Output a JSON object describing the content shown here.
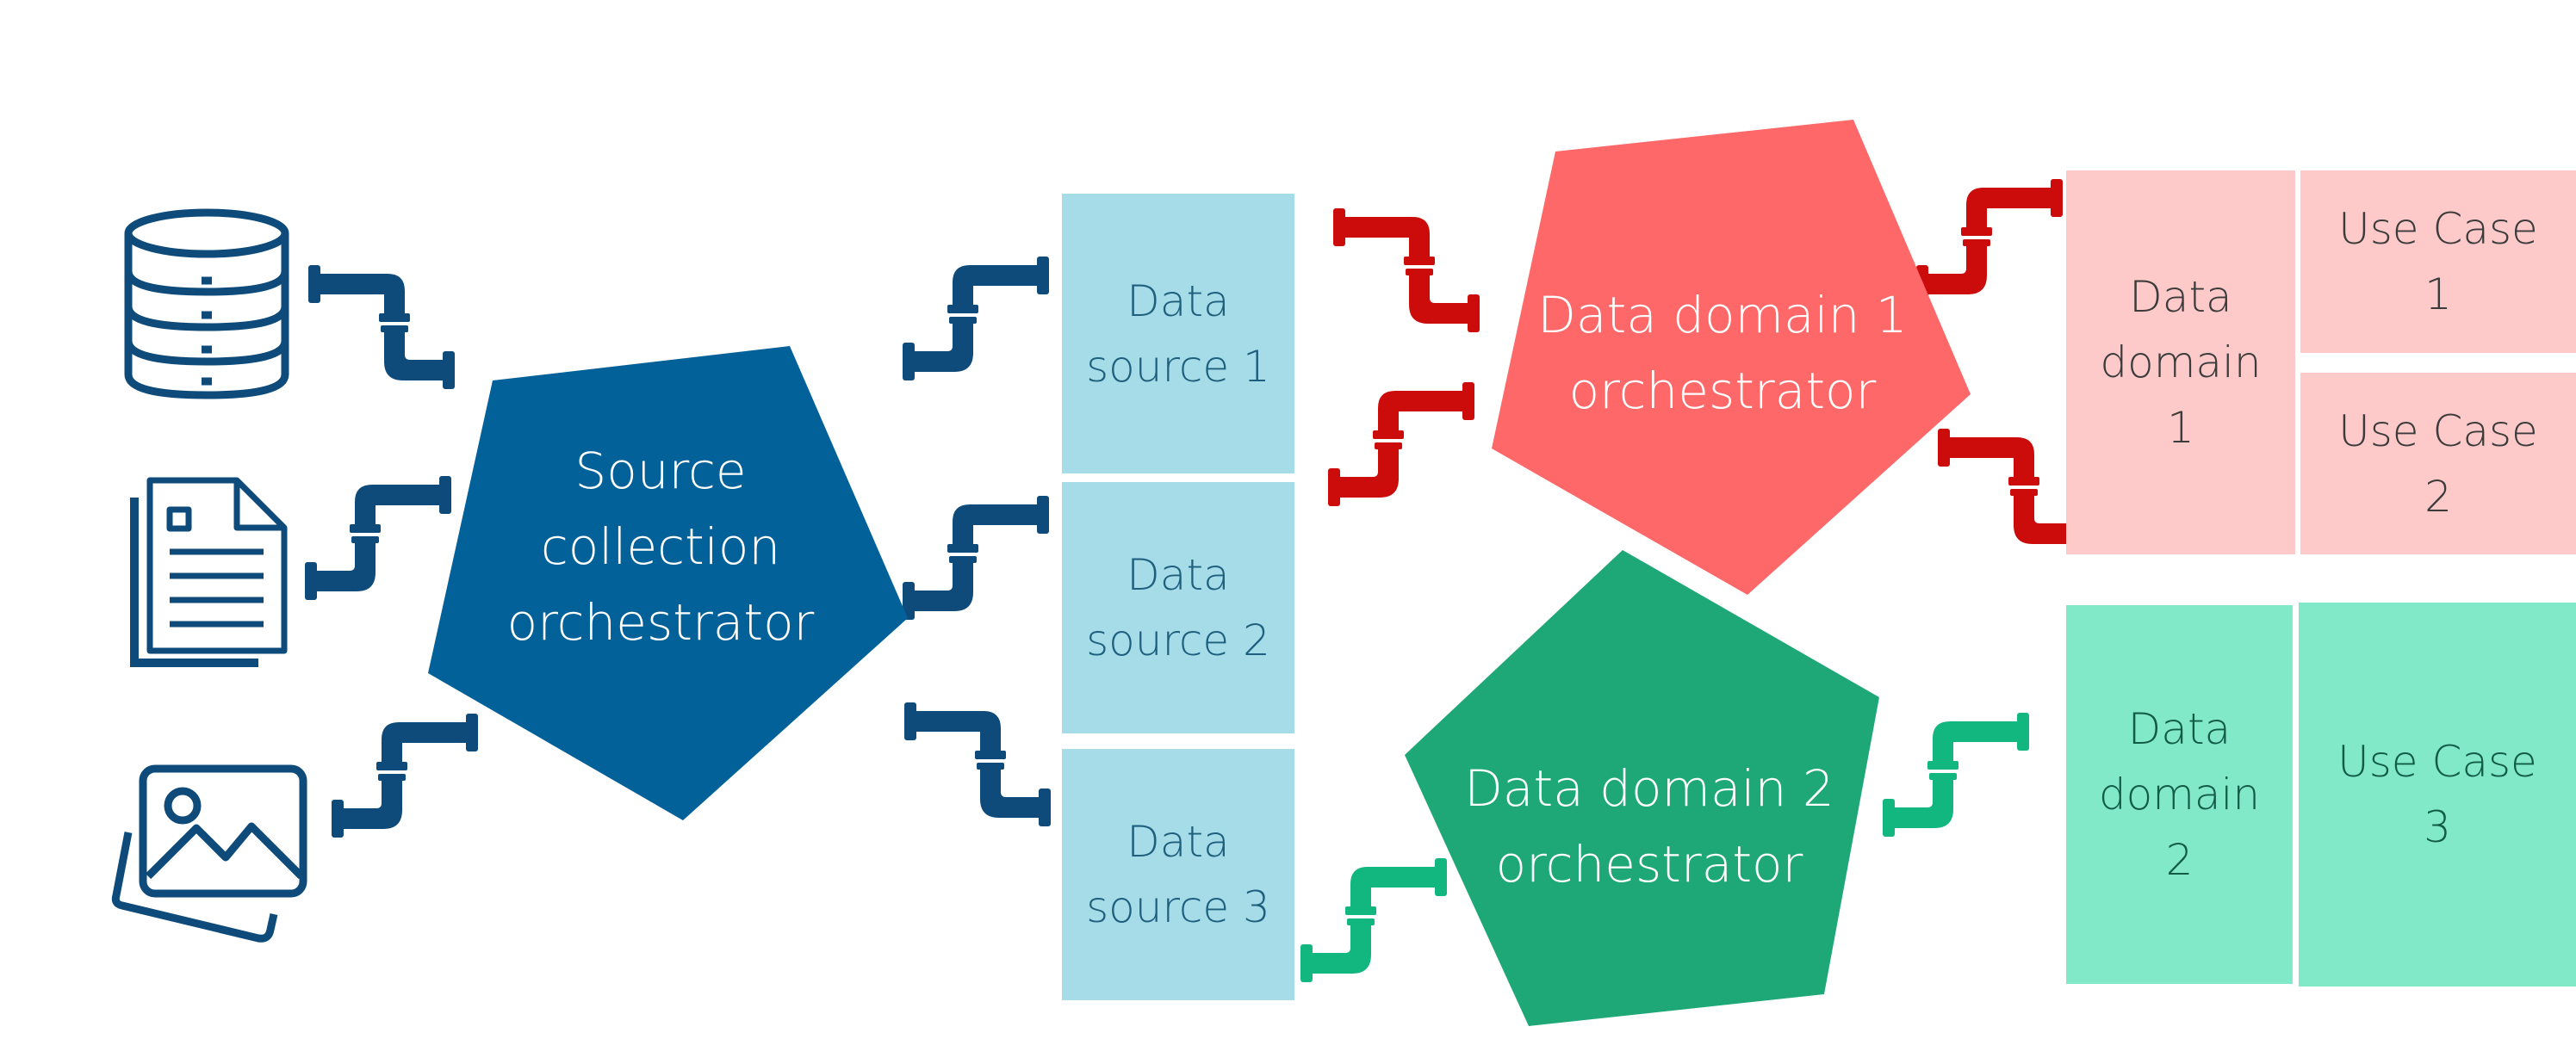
{
  "source_orchestrator": {
    "label": "Source\ncollection\norchestrator"
  },
  "data_sources": [
    {
      "label": "Data\nsource 1"
    },
    {
      "label": "Data\nsource 2"
    },
    {
      "label": "Data\nsource 3"
    }
  ],
  "domain1_orchestrator": {
    "label": "Data domain 1\norchestrator"
  },
  "domain2_orchestrator": {
    "label": "Data domain 2\norchestrator"
  },
  "data_domains": [
    {
      "label": "Data\ndomain\n1"
    },
    {
      "label": "Data\ndomain\n2"
    }
  ],
  "use_cases": [
    {
      "label": "Use Case\n1"
    },
    {
      "label": "Use Case\n2"
    },
    {
      "label": "Use Case\n3"
    }
  ],
  "source_icons": [
    "database-icon",
    "document-icon",
    "image-icon"
  ],
  "colors": {
    "navy": "#0e4b7a",
    "source_pentagon": "#036199",
    "data_source_fill": "#a5dce8",
    "red_pipe": "#cc0b0b",
    "domain1_pentagon": "#ff6868",
    "domain1_box": "#fdc9c9",
    "green_pipe": "#12b77f",
    "domain2_pentagon": "#1fa877",
    "domain2_box": "#81e8c8"
  }
}
